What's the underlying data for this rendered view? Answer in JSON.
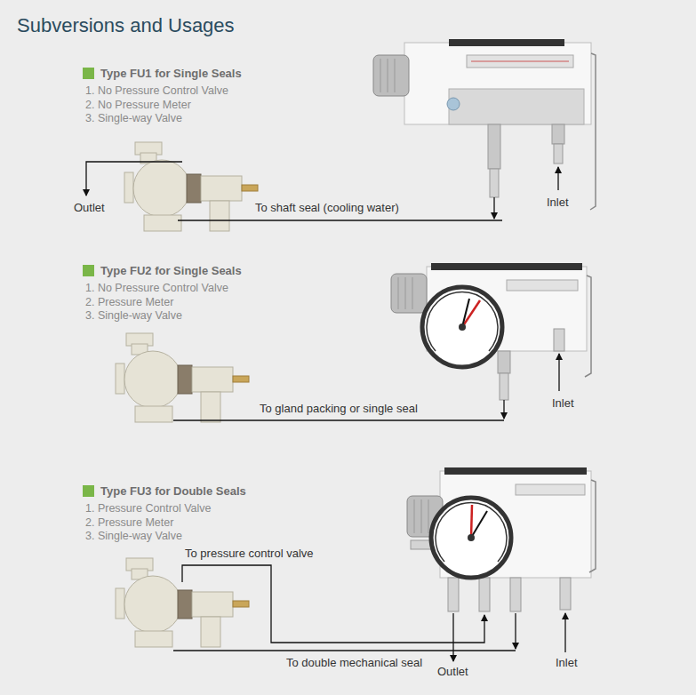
{
  "diagram": {
    "title": "Subversions and Usages",
    "nodes": [
      {
        "text": [
          "Type FU1 for Single Seals",
          "1. No Pressure Control Valve",
          "2. No Pressure Meter",
          "3. Single-way Valve"
        ]
      },
      {
        "text": [
          "Type FU2 for Single Seals",
          "1. No Pressure Control Valve",
          "2. Pressure Meter",
          "3. Single-way Valve"
        ]
      },
      {
        "text": [
          "Type FU3 for Double Seals",
          "1. Pressure Control Valve",
          "2. Pressure Meter",
          "3. Single-way Valve"
        ]
      }
    ],
    "labels": [
      "Outlet",
      "To shaft seal (cooling water)",
      "Inlet",
      "To gland packing or single seal",
      "Inlet",
      "To pressure control valve",
      "To double mechanical seal",
      "Outlet",
      "Inlet"
    ]
  }
}
